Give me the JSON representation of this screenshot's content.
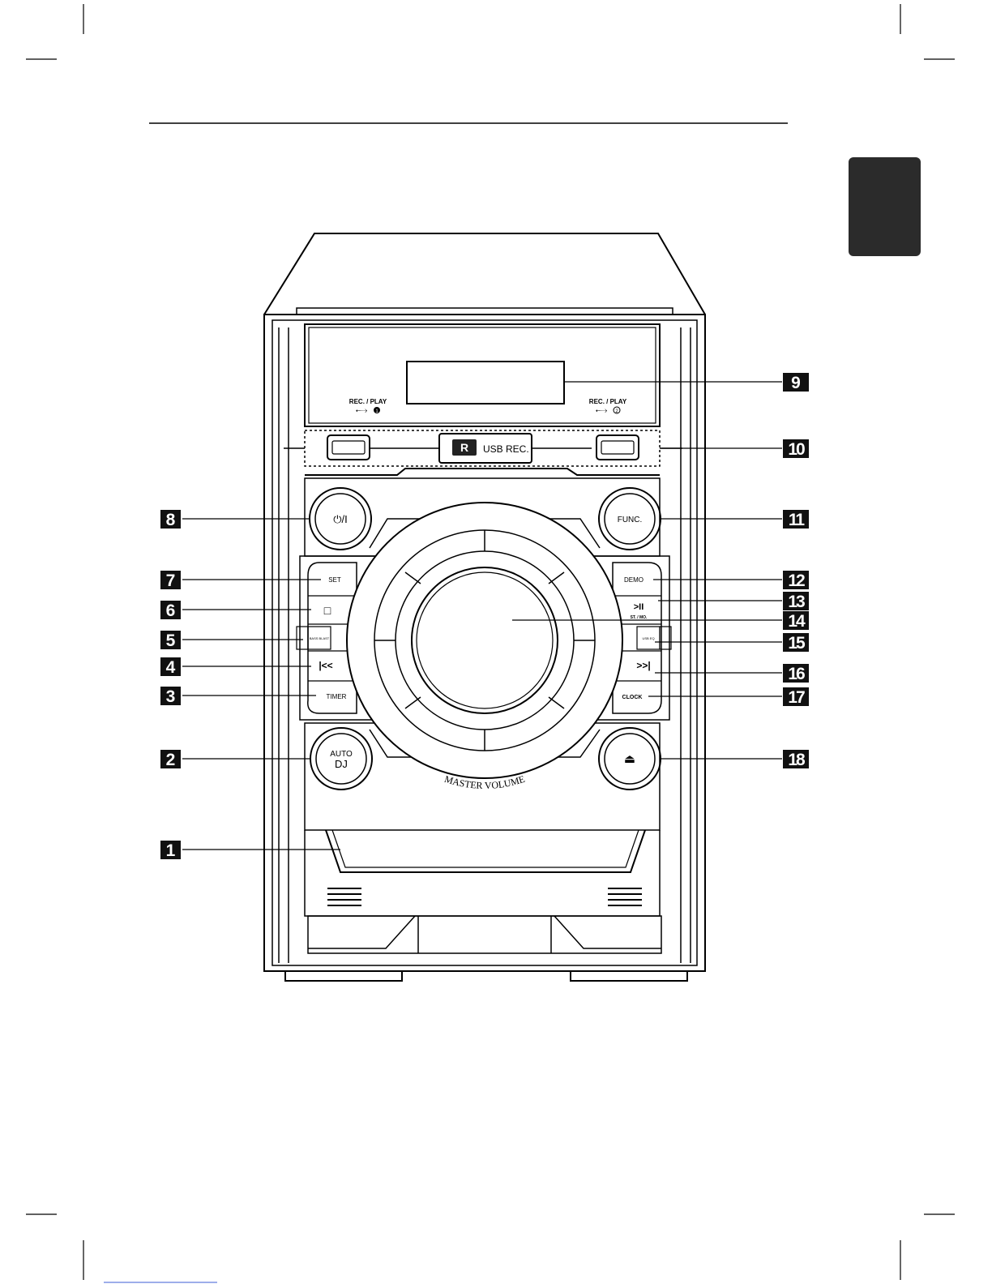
{
  "device": {
    "usb_port_left": {
      "label": "REC. / PLAY",
      "number": "1"
    },
    "usb_port_right": {
      "label": "REC. / PLAY",
      "number": "2"
    },
    "usb_rec_badge": "R",
    "usb_rec_label": "USB REC.",
    "buttons": {
      "power": "⏻/I",
      "func": "FUNC.",
      "set": "SET",
      "stop": "□",
      "bass_blast": "BASS BLAST",
      "prev": "|<<",
      "timer": "TIMER",
      "auto_dj_top": "AUTO",
      "auto_dj_bottom": "DJ",
      "demo": "DEMO",
      "play_pause": ">II",
      "st_mo": "ST. / MO.",
      "usb_eq": "USB EQ",
      "next": ">>|",
      "clock": "CLOCK",
      "eject": "⏏"
    },
    "master_volume": "MASTER VOLUME"
  },
  "callouts": [
    "1",
    "2",
    "3",
    "4",
    "5",
    "6",
    "7",
    "8",
    "9",
    "10",
    "11",
    "12",
    "13",
    "14",
    "15",
    "16",
    "17",
    "18"
  ],
  "colors": {
    "ink": "#000000",
    "tab": "#2b2b2b",
    "paper": "#ffffff",
    "link": "#3b5bd6"
  }
}
